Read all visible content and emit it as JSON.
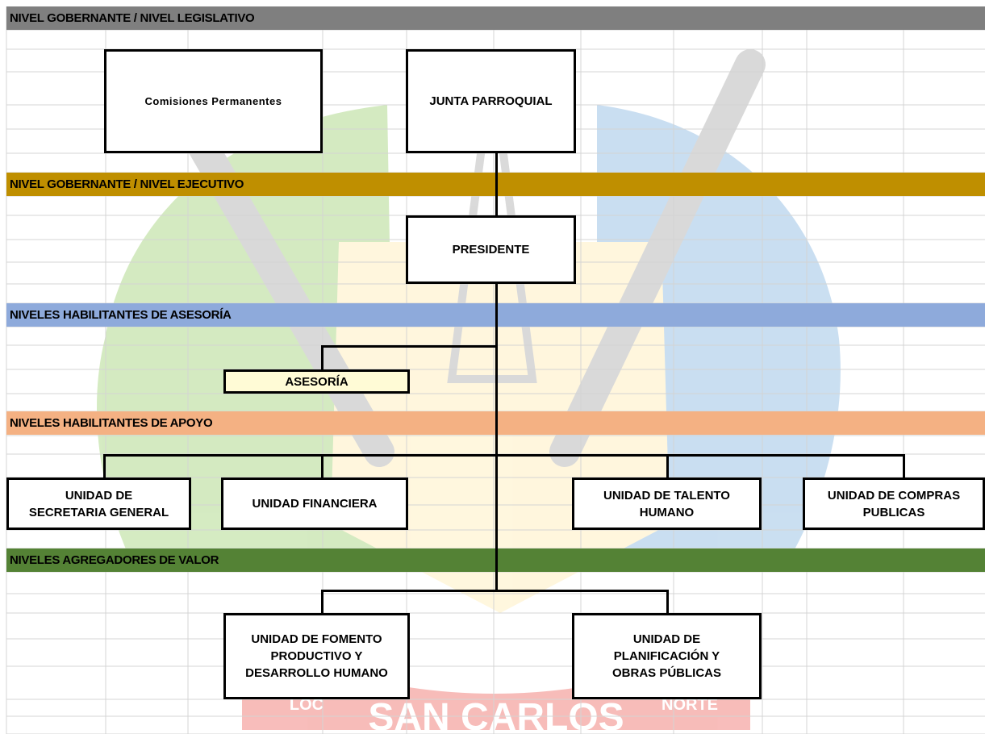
{
  "colors": {
    "legislativo": "#7f7f7f",
    "ejecutivo": "#bf8f00",
    "asesoria": "#8eaadb",
    "apoyo": "#f4b183",
    "valor": "#548235",
    "grid": "#d4d4d4",
    "line": "#000000",
    "watermark_green": "#7bc142",
    "watermark_blue": "#5b9bd5",
    "watermark_yellow": "#ffe699",
    "watermark_red": "#e8332a"
  },
  "bands": {
    "legislativo": "NIVEL GOBERNANTE / NIVEL LEGISLATIVO",
    "ejecutivo": "NIVEL GOBERNANTE / NIVEL EJECUTIVO",
    "asesoria": "NIVELES HABILITANTES DE ASESORÍA",
    "apoyo": "NIVELES HABILITANTES DE APOYO",
    "valor": "NIVELES AGREGADORES DE VALOR"
  },
  "boxes": {
    "comisiones": "Comisiones Permanentes",
    "junta": "JUNTA PARROQUIAL",
    "presidente": "PRESIDENTE",
    "asesoria": "ASESORÍA",
    "secretaria": "UNIDAD DE\nSECRETARIA GENERAL",
    "financiera": "UNIDAD FINANCIERA",
    "talento": "UNIDAD DE TALENTO\nHUMANO",
    "compras": "UNIDAD DE COMPRAS\nPUBLICAS",
    "fomento": "UNIDAD DE FOMENTO\nPRODUCTIVO Y\nDESARROLLO HUMANO",
    "planificacion": "UNIDAD DE\nPLANIFICACIÓN Y\nOBRAS PÚBLICAS"
  },
  "watermark": {
    "text": "SAN CARLOS",
    "left_word": "LOC",
    "right_word": "NORTE"
  }
}
